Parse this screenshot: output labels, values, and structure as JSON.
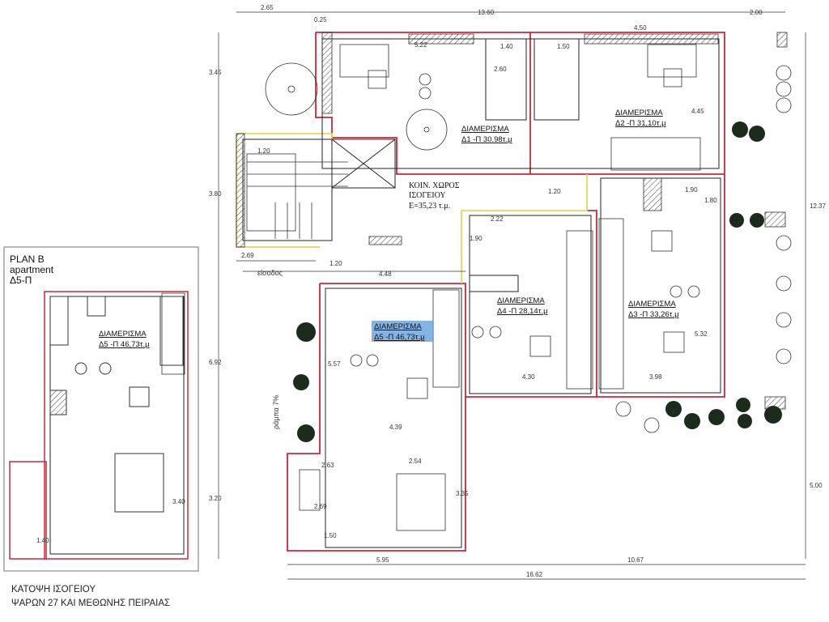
{
  "plan_title": "ΚΑΤΟΨΗ ΙΣΟΓΕΙΟΥ",
  "address": "ΨΑΡΩΝ 27 ΚΑΙ ΜΕΘΩΝΗΣ ΠΕΙΡΑΙΑΣ",
  "plan_b": {
    "title": "PLAN B",
    "subtitle": "apartment",
    "code": "Δ5-Π",
    "apt_label": "ΔΙΑΜΕΡΙΣΜΑ",
    "apt_area": "Δ5 -Π 46,73τ.μ",
    "dims": [
      "3.40",
      "1.40"
    ]
  },
  "common_area": {
    "line1": "ΚΟΙΝ. ΧΩΡΟΣ",
    "line2": "ΙΣΟΓΕΙΟΥ",
    "line3": "Ε=35,23 τ.μ."
  },
  "apartments": [
    {
      "label": "ΔΙΑΜΕΡΙΣΜΑ",
      "area": "Δ1 -Π 30.98τ.μ"
    },
    {
      "label": "ΔΙΑΜΕΡΙΣΜΑ",
      "area": "Δ2 -Π 31,10τ.μ"
    },
    {
      "label": "ΔΙΑΜΕΡΙΣΜΑ",
      "area": "Δ3 -Π 33,26τ.μ"
    },
    {
      "label": "ΔΙΑΜΕΡΙΣΜΑ",
      "area": "Δ4 -Π 28,14τ.μ"
    },
    {
      "label": "ΔΙΑΜΕΡΙΣΜΑ",
      "area": "Δ5 -Π 46,73τ.μ",
      "highlighted": true
    }
  ],
  "entrance": "είσοδος",
  "ramp": "ράμπα 7%",
  "dimensions": {
    "top": [
      "2.65",
      "13.60",
      "2.00",
      "0.25"
    ],
    "left": [
      "3.45",
      "3.80",
      "6.92",
      "3.20"
    ],
    "right": [
      "12.37",
      "5.00"
    ],
    "bottom": [
      "5.95",
      "10.67",
      "16.62"
    ],
    "interior": [
      "5.22",
      "1.40",
      "1.50",
      "4.50",
      "2.60",
      "1.20",
      "2.69",
      "1.20",
      "4.48",
      "1.20",
      "2.22",
      "1.90",
      "1.90",
      "1.80",
      "4.45",
      "5.32",
      "4.30",
      "3.98",
      "5.57",
      "4.39",
      "2.63",
      "2.54",
      "3.35",
      "2.69",
      "1.50"
    ]
  },
  "colors": {
    "wall_outline": "#c8283c",
    "common_outline": "#e0d860",
    "highlight": "#4a90d9",
    "line": "#222222"
  }
}
